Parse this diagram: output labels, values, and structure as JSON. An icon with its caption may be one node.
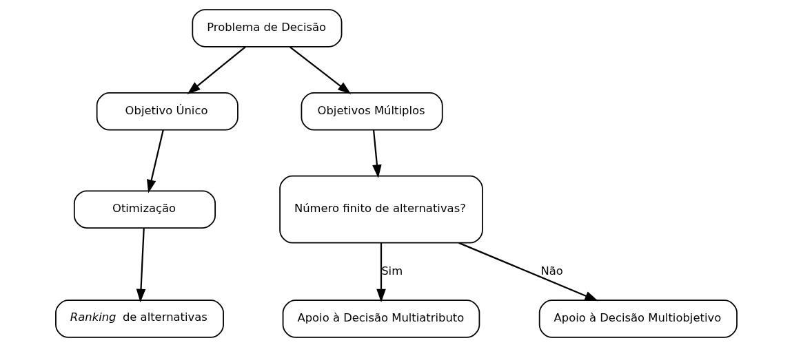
{
  "diagram": {
    "nodes": [
      {
        "text": [
          "Problema de Decisão"
        ]
      },
      {
        "text": [
          "Objetivo Único"
        ]
      },
      {
        "text": [
          "Objetivos Múltiplos"
        ]
      },
      {
        "text": [
          "Otimização"
        ]
      },
      {
        "text": [
          "*Ranking* de alternativas"
        ]
      },
      {
        "text": [
          "Número finito de alternativas?"
        ]
      },
      {
        "text": [
          "Apoio à Decisão Multiatributo"
        ]
      },
      {
        "text": [
          "Apoio à Decisão Multiobjetivo"
        ]
      }
    ],
    "edges": [
      {
        "from": 0,
        "to": 1,
        "arrow": "to"
      },
      {
        "from": 0,
        "to": 2,
        "arrow": "to"
      },
      {
        "from": 1,
        "to": 3,
        "arrow": "to"
      },
      {
        "from": 3,
        "to": 4,
        "arrow": "to"
      },
      {
        "from": 2,
        "to": 5,
        "arrow": "to"
      },
      {
        "from": 5,
        "to": 6,
        "arrow": "to",
        "label": "Sim"
      },
      {
        "from": 5,
        "to": 7,
        "arrow": "to",
        "label": "Não"
      }
    ]
  }
}
